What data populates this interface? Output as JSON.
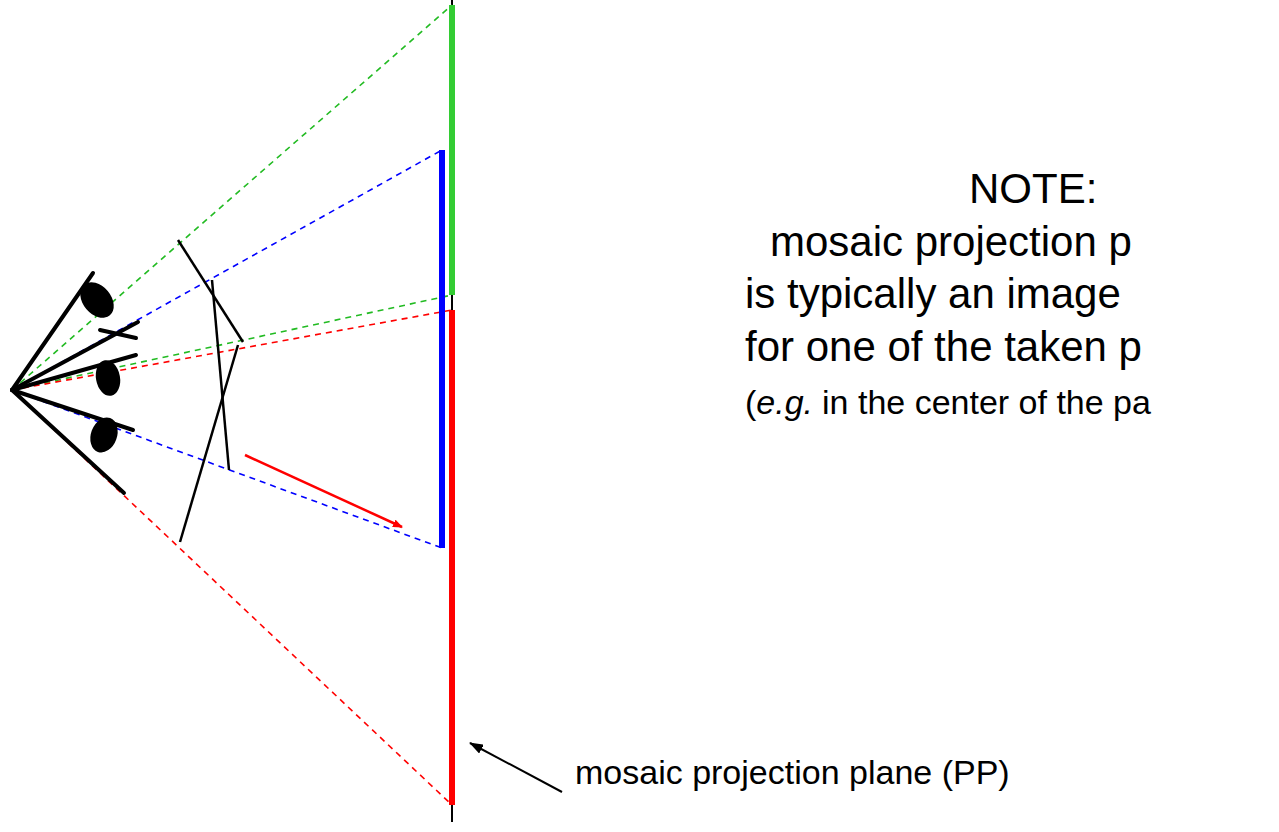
{
  "diagram": {
    "labels": [
      "NOTE:",
      "mosaic projection p",
      "is typically an image",
      "for one of the taken p",
      "(",
      "e.g.",
      "in the center of the pa",
      "mosaic projection plane (PP)"
    ]
  }
}
